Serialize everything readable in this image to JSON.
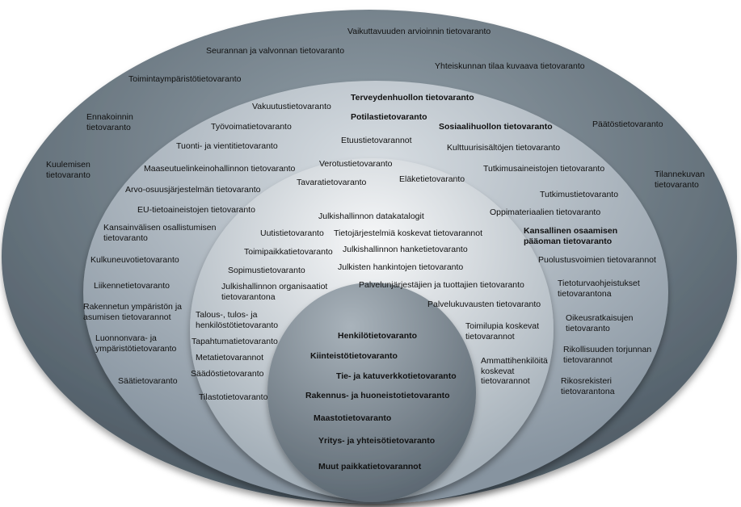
{
  "rings": {
    "outer": {
      "fill_dark": "#4f5c66",
      "fill_light": "#93a0a9",
      "labels": [
        "Vaikuttavuuden arvioinnin tietovaranto",
        "Seurannan ja valvonnan tietovaranto",
        "Yhteiskunnan tilaa kuvaava tietovaranto",
        "Toimintaympäristötietovaranto",
        "Ennakoinnin\ntietovaranto",
        "Päätöstietovaranto",
        "Kuulemisen\ntietovaranto",
        "Tilannekuvan\ntietovaranto"
      ]
    },
    "second": {
      "fill_dark": "#8794a0",
      "fill_light": "#d7dde2",
      "labels": [
        "Vakuutustietovaranto",
        "Terveydenhuollon tietovaranto",
        "Potilastietovaranto",
        "Työvoimatietovaranto",
        "Sosiaalihuollon tietovaranto",
        "Etuustietovarannot",
        "Tuonti- ja vientitietovaranto",
        "Kulttuurisisältöjen tietovaranto",
        "Verotustietovaranto",
        "Maaseutuelinkeinohallinnon tietovaranto",
        "Tutkimusaineistojen tietovaranto",
        "Tavaratietovaranto",
        "Eläketietovaranto",
        "Arvo-osuusjärjestelmän tietovaranto",
        "Tutkimustietovaranto",
        "EU-tietoaineistojen tietovaranto",
        "Oppimateriaalien tietovaranto",
        "Kansainvälisen osallistumisen\ntietovaranto",
        "Kansallinen osaamisen\npääoman tietovaranto",
        "Kulkuneuvotietovaranto",
        "Puolustusvoimien tietovarannot",
        "Liikennetietovaranto",
        "Tietoturvaohjeistukset\ntietovarantona",
        "Rakennetun ympäristön ja\nasumisen tietovarannot",
        "Oikeusratkaisujen\ntietovaranto",
        "Luonnonvara- ja\nympäristötietovaranto",
        "Rikollisuuden torjunnan\ntietovarannot",
        "Säätietovaranto",
        "Rikosrekisteri\ntietovarantona"
      ]
    },
    "third": {
      "fill_dark": "#a5b0b9",
      "fill_light": "#f7f8f9",
      "labels": [
        "Julkishallinnon datakatalogit",
        "Uutistietovaranto",
        "Tietojärjestelmiä koskevat tietovarannot",
        "Toimipaikkatietovaranto",
        "Julkishallinnon hanketietovaranto",
        "Sopimustietovaranto",
        "Julkisten hankintojen tietovaranto",
        "Julkishallinnon organisaatiot\ntietovarantona",
        "Palvelunjärjestäjien ja tuottajien tietovaranto",
        "Palvelukuvausten tietovaranto",
        "Talous-, tulos- ja\nhenkilöstötietovaranto",
        "Toimilupia koskevat\ntietovarannot",
        "Tapahtumatietovaranto",
        "Ammattihenkilöitä\nkoskevat\ntietovarannot",
        "Metatietovarannot",
        "Säädöstietovaranto",
        "Tilastotietovaranto"
      ]
    },
    "core": {
      "fill_dark": "#59656f",
      "fill_light": "#a9b3bb",
      "labels": [
        "Henkilötietovaranto",
        "Kiinteistötietovaranto",
        "Tie- ja katuverkkotietovaranto",
        "Rakennus- ja huoneistotietovaranto",
        "Maastotietovaranto",
        "Yritys- ja yhteisötietovaranto",
        "Muut paikkatietovarannot"
      ]
    }
  }
}
